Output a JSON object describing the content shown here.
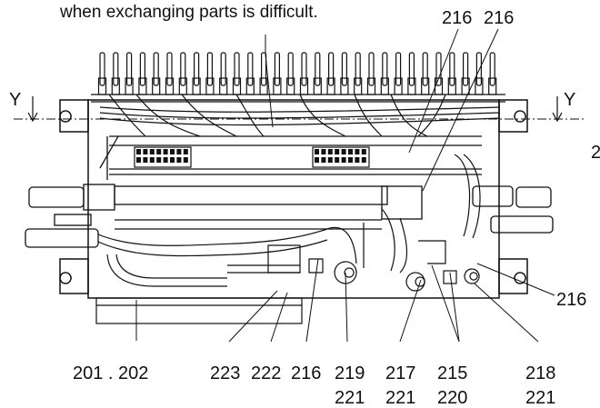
{
  "note": "when exchanging parts is difficult.",
  "section_marks": {
    "left": "Y",
    "right": "Y"
  },
  "cut_labels": {
    "right_edge_top": "2",
    "right_edge_callout": "216"
  },
  "callouts": {
    "top_1": "216",
    "top_2": "216",
    "b_201_202": "201 . 202",
    "b_223": "223",
    "b_222": "222",
    "b_216": "216",
    "b_219": "219",
    "b_221_a": "221",
    "b_217": "217",
    "b_221_b": "221",
    "b_215": "215",
    "b_220": "220",
    "b_218": "218",
    "b_221_c": "221"
  }
}
